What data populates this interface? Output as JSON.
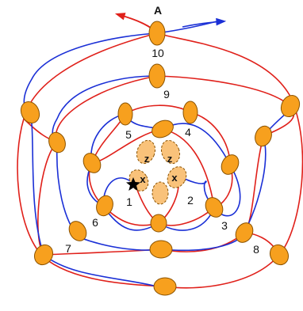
{
  "diagram": {
    "top_label": "A",
    "ring_labels": [
      "1",
      "2",
      "3",
      "4",
      "5",
      "6",
      "7",
      "8",
      "9",
      "10"
    ],
    "center_labels": [
      "z",
      "z",
      "x",
      "x"
    ],
    "colors": {
      "red": "#e0201a",
      "blue": "#1a2fd6",
      "node_fill": "#f7a01e",
      "node_stroke": "#8a5200",
      "center_fill": "#f9c27a"
    }
  }
}
